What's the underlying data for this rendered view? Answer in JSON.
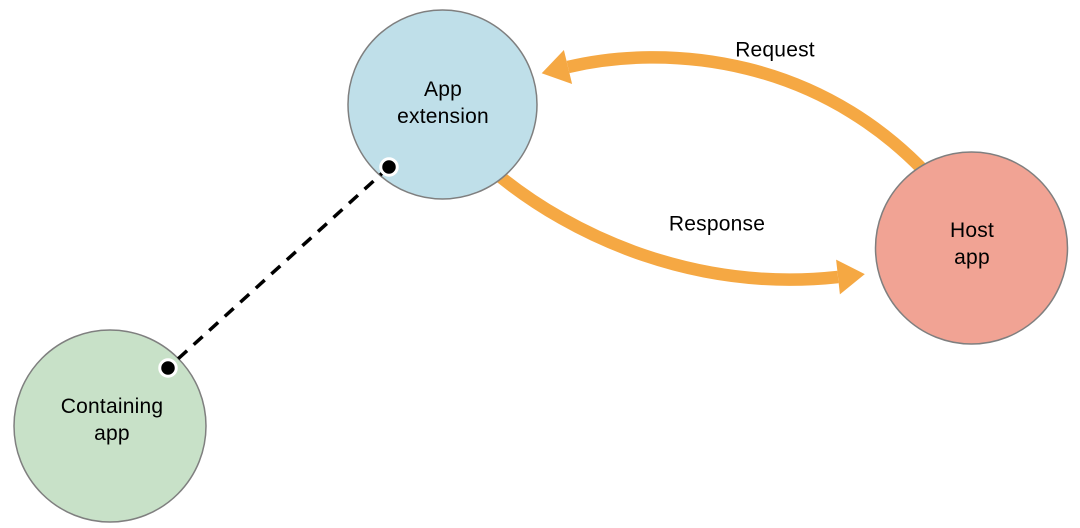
{
  "diagram": {
    "background": "#ffffff",
    "node_border_color": "#7f7f7f",
    "text_color": "#000000",
    "nodes": [
      {
        "id": "app-extension",
        "label": "App\nextension",
        "fill": "#bfdfe9"
      },
      {
        "id": "containing-app",
        "label": "Containing\napp",
        "fill": "#c8e1c8"
      },
      {
        "id": "host-app",
        "label": "Host\napp",
        "fill": "#f1a394"
      }
    ],
    "edges": [
      {
        "id": "request",
        "label": "Request",
        "type": "curved-arrow",
        "color": "#f5a843",
        "from": "host-app",
        "to": "app-extension"
      },
      {
        "id": "response",
        "label": "Response",
        "type": "curved-arrow",
        "color": "#f5a843",
        "from": "app-extension",
        "to": "host-app"
      },
      {
        "id": "containment",
        "label": "",
        "type": "dashed-line",
        "color": "#000000",
        "dot_color": "#000000",
        "from": "containing-app",
        "to": "app-extension"
      }
    ]
  }
}
